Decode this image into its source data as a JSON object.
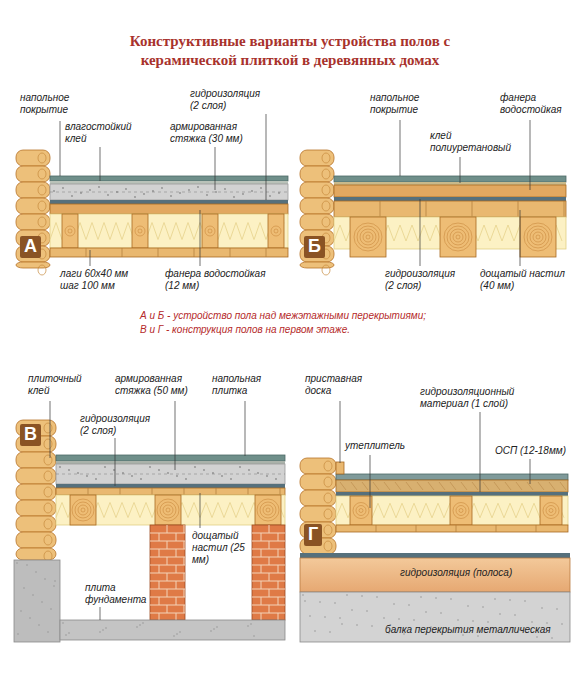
{
  "diagram": {
    "title": "Конструктивные варианты устройства полов с керамической плиткой в деревянных домах",
    "labels": [
      "напольное покрытие",
      "гидроизоляция (2 слоя)",
      "влагостойкий клей",
      "армированная стяжка (30 мм)",
      "лаги 60х40 мм шаг 100 мм",
      "фанера водостойкая (12 мм)",
      "А",
      "напольное покрытие",
      "фанера водостойкая",
      "клей полиуретановый",
      "гидроизоляция (2 слоя)",
      "дощатый настил (40 мм)",
      "Б",
      "А и Б - устройство пола над межэтажными перекрытиями;",
      "В и Г - конструкция полов на первом этаже.",
      "плиточный клей",
      "армированная стяжка (50 мм)",
      "напольная плитка",
      "гидроизоляция (2 слоя)",
      "дощатый настил (25 мм)",
      "плита фундамента",
      "В",
      "приставная доска",
      "гидроизоляционный материал (1 слой)",
      "утеплитель",
      "ОСП (12-18мм)",
      "гидроизоляция (полоса)",
      "балка перекрытия металлическая",
      "Г"
    ]
  }
}
